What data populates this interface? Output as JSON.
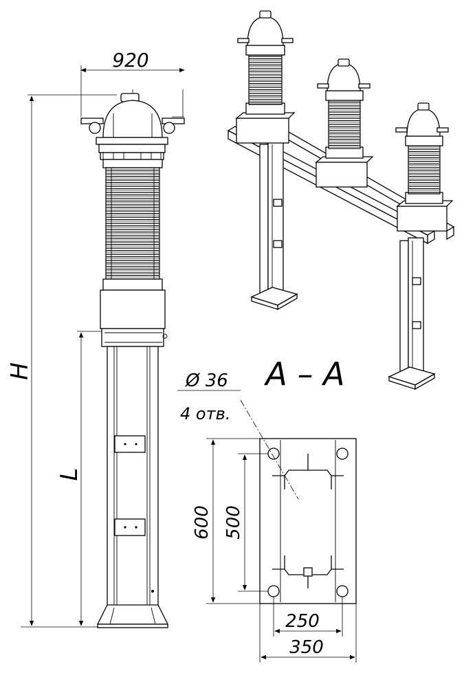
{
  "labels": {
    "width_top": "920",
    "height": "H",
    "length": "L",
    "section": "A – A",
    "hole_diameter": "Ø 36",
    "hole_count": "4 отв.",
    "plate_height": "600",
    "hole_spacing_vertical": "500",
    "hole_spacing_horizontal": "250",
    "plate_width": "350"
  }
}
